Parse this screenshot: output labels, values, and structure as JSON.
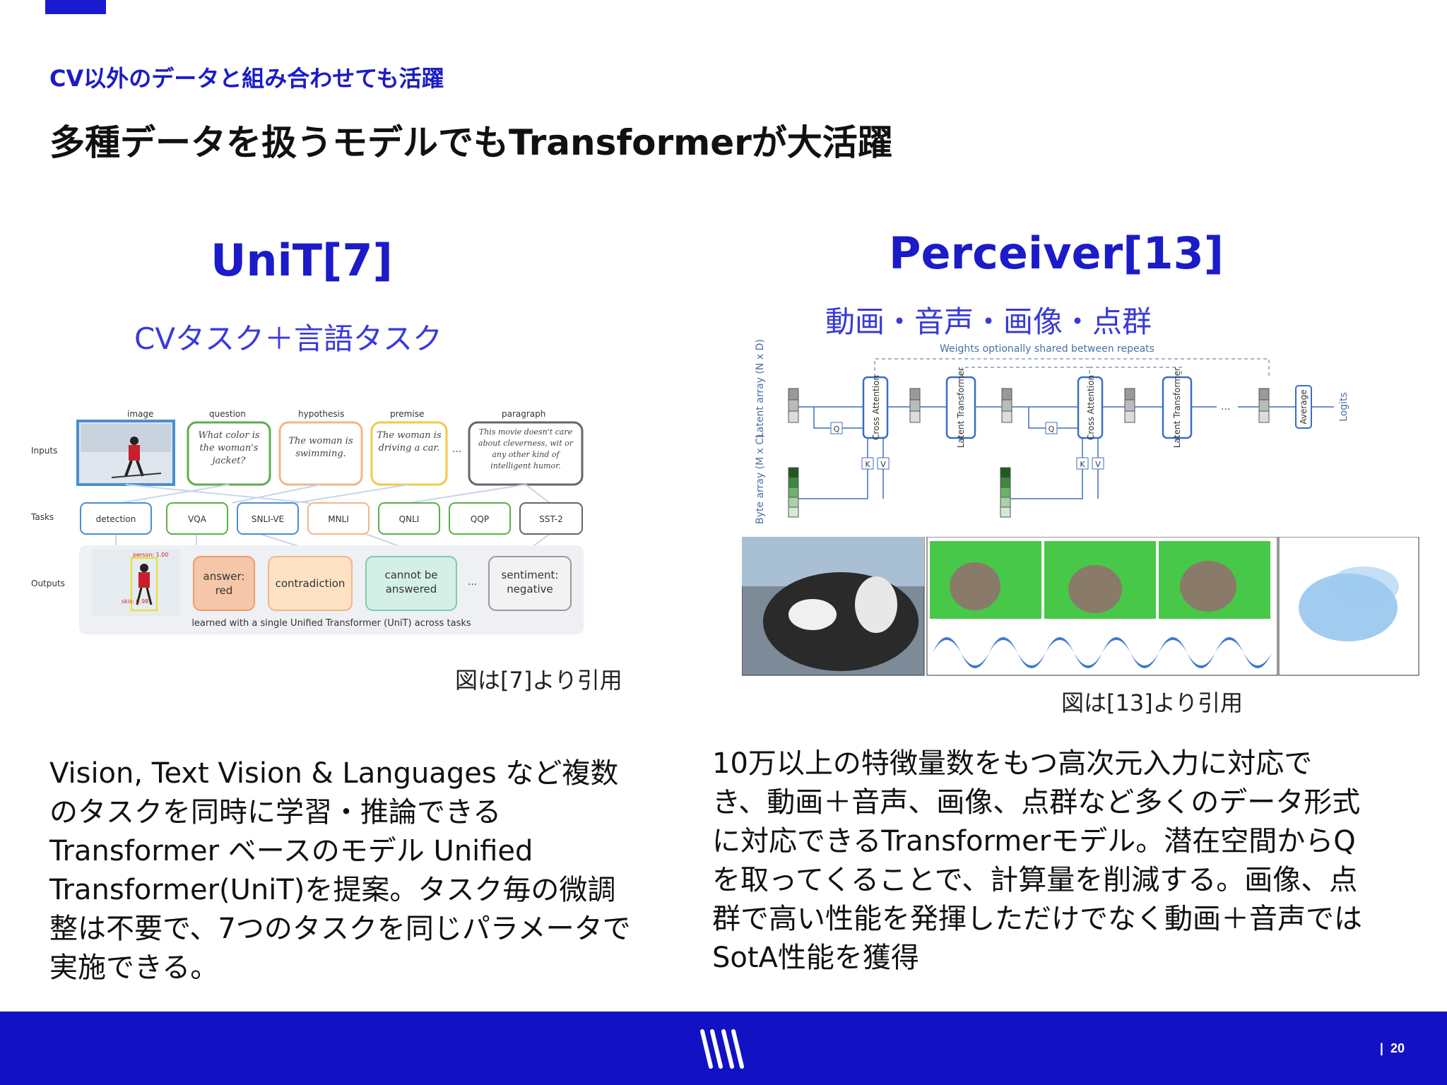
{
  "section_label": "CV以外のデータと組み合わせても活躍",
  "slide_title": "多種データを扱うモデルでもTransformerが大活躍",
  "left": {
    "title": "UniT[7]",
    "subtitle": "CVタスク＋言語タスク",
    "figure": {
      "row_labels": [
        "Inputs",
        "Tasks",
        "Outputs"
      ],
      "input_headers": [
        "image",
        "question",
        "hypothesis",
        "premise",
        "paragraph"
      ],
      "inputs": [
        "What color is the woman's jacket?",
        "The woman is swimming.",
        "The woman is driving a car.",
        "This movie doesn't care about cleverness, wit or any other kind of intelligent humor."
      ],
      "tasks": [
        "detection",
        "VQA",
        "SNLI-VE",
        "MNLI",
        "QNLI",
        "QQP",
        "SST-2"
      ],
      "outputs": [
        "answer: red",
        "contradiction",
        "cannot be answered",
        "sentiment: negative"
      ],
      "det_labels": [
        "person: 1.00",
        "skis: 0.98"
      ],
      "ellipsis": "...",
      "footer_text": "learned with a single Unified Transformer (UniT) across tasks"
    },
    "caption": "図は[7]より引用",
    "description": "Vision, Text Vision & Languages など複数のタスクを同時に学習・推論できるTransformer ベースのモデル Unified Transformer(UniT)を提案。タスク毎の微調整は不要で、7つのタスクを同じパラメータで実施できる。"
  },
  "right": {
    "title": "Perceiver[13]",
    "subtitle": "動画・音声・画像・点群",
    "figure": {
      "shared_label": "Weights optionally shared between repeats",
      "latent_label": "Latent array (N x D)",
      "byte_label": "Byte array (M x C)",
      "cross_attention": "Cross Attention",
      "latent_transformer": "Latent Transformer",
      "average": "Average",
      "logits": "Logits",
      "q": "Q",
      "k": "K",
      "v": "V",
      "ellipsis": "..."
    },
    "caption": "図は[13]より引用",
    "description": "10万以上の特徴量数をもつ高次元入力に対応でき、動画＋音声、画像、点群など多くのデータ形式に対応できるTransformerモデル。潜在空間からQを取ってくることで、計算量を削減する。画像、点群で高い性能を発揮しただけでなく動画＋音声ではSotA性能を獲得"
  },
  "footer": {
    "page_separator": "|",
    "page_number": "20"
  },
  "colors": {
    "accent": "#1b1bc8",
    "footer": "#1212c4"
  }
}
